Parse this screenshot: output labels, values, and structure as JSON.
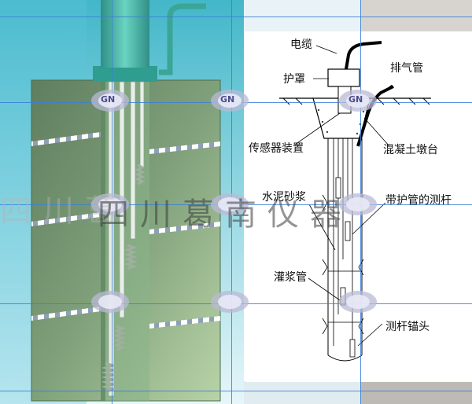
{
  "watermark_background": "四川葛",
  "watermark_front": "四川葛南仪器",
  "logo_text": "GN",
  "labels": {
    "cable": "电缆",
    "shield": "护罩",
    "vent_pipe": "排气管",
    "sensor_device": "传感器装置",
    "concrete_pier": "混凝土墩台",
    "cement_mortar": "水泥砂浆",
    "sheathed_rod": "带护管的测杆",
    "grout_pipe": "灌浆管",
    "rod_anchor": "测杆锚头"
  },
  "colors": {
    "teal": "#3fb4a8",
    "panel": "#6e8f6a",
    "guide": "#3a7fd6"
  }
}
